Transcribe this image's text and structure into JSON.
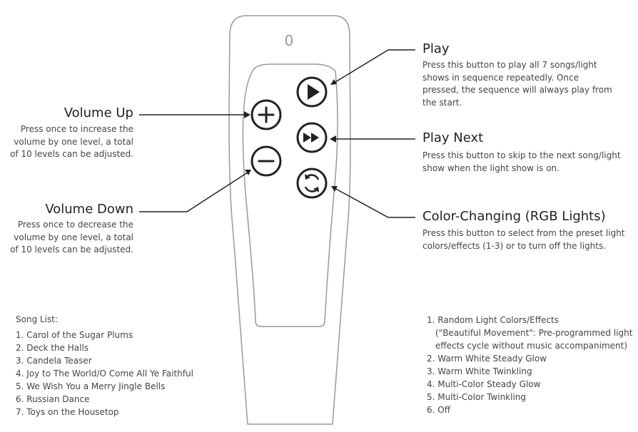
{
  "remote": {
    "led": "0"
  },
  "callouts": {
    "play": {
      "title": "Play",
      "desc": "Press this button to play all 7 songs/light shows in sequence repeatedly. Once pressed, the sequence will always play from the start."
    },
    "play_next": {
      "title": "Play Next",
      "desc": "Press this button to skip to the next song/light show when the light show is on."
    },
    "color_changing": {
      "title": "Color-Changing (RGB Lights)",
      "desc": "Press this button to select from the preset light colors/effects (1-3) or to turn off the lights."
    },
    "volume_up": {
      "title": "Volume Up",
      "desc": "Press once to increase the volume by one level, a total of 10 levels can be adjusted."
    },
    "volume_down": {
      "title": "Volume Down",
      "desc": "Press once to decrease the volume by one level, a total of 10 levels can be adjusted."
    }
  },
  "song_list": {
    "heading": "Song List:",
    "items": [
      "1. Carol of the Sugar Plums",
      "2. Deck the Halls",
      "3. Candela Teaser",
      "4. Joy to The World/O Come All Ye Faithful",
      "5. We Wish You a Merry Jingle Bells",
      "6. Russian Dance",
      "7. Toys on the Housetop"
    ]
  },
  "effects_list": {
    "first": "1.  Random Light Colors/Effects",
    "first_note_1": "(\"Beautiful Movement\": Pre-programmed light",
    "first_note_2": "effects cycle without music accompaniment)",
    "items": [
      "2. Warm White Steady Glow",
      "3. Warm White Twinkling",
      "4. Multi-Color Steady Glow",
      "5. Multi-Color Twinkling",
      "6. Off"
    ]
  },
  "colors": {
    "outline": "#999999",
    "button": "#222222",
    "title": "#222222",
    "text": "#444444"
  }
}
